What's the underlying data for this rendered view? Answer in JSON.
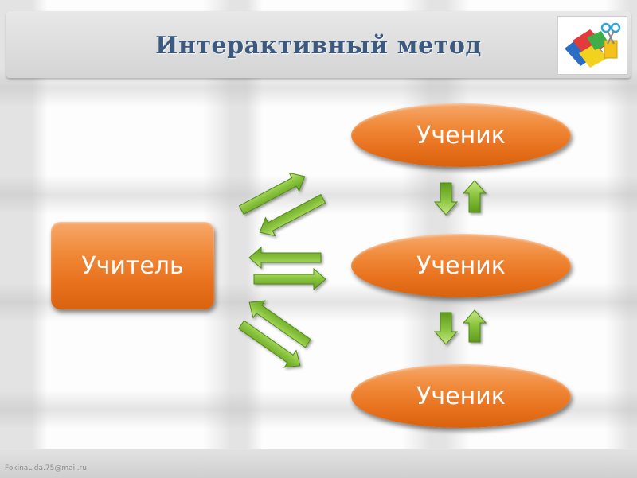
{
  "title": "Интерактивный метод",
  "footer": "FokinaLida.75@mail.ru",
  "diagram": {
    "teacher": "Учитель",
    "students": [
      "Ученик",
      "Ученик",
      "Ученик"
    ]
  },
  "colors": {
    "title": "#3c5a80",
    "node_fill": "#f08a3a",
    "arrow_fill": "#8cc63f"
  },
  "icons": {
    "logo": "scissors-paper-logo-icon",
    "arrow": "green-arrow-icon"
  }
}
